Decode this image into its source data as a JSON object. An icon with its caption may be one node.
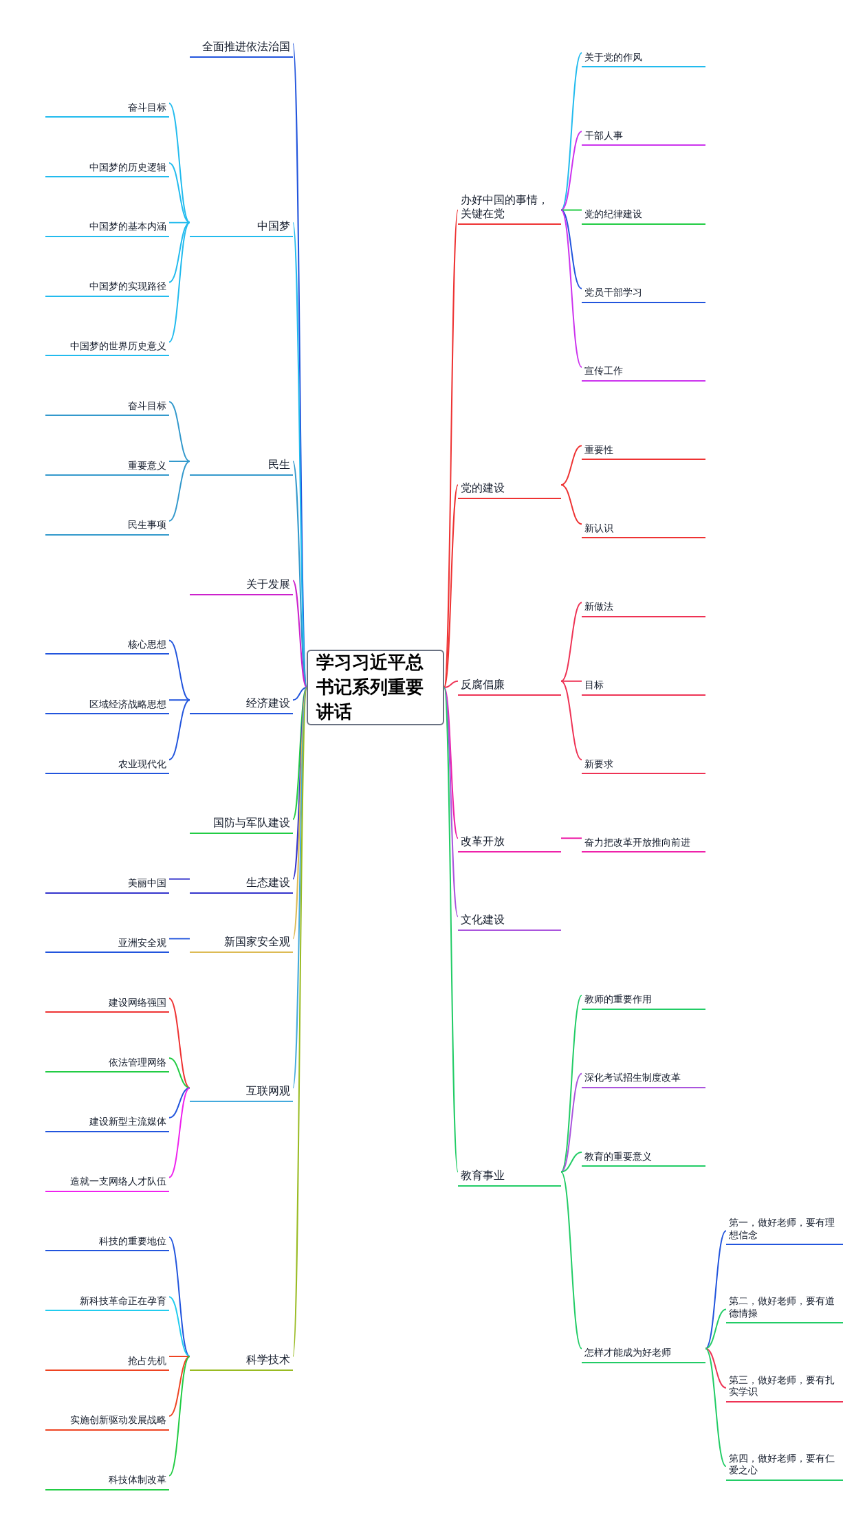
{
  "diagram": {
    "nodes": [
      {
        "text": [
          "学习习近平总书记系列重要讲话"
        ]
      },
      {
        "text": [
          "全面推进依法治国"
        ]
      },
      {
        "text": [
          "中国梦"
        ]
      },
      {
        "text": [
          "奋斗目标"
        ]
      },
      {
        "text": [
          "中国梦的历史逻辑"
        ]
      },
      {
        "text": [
          "中国梦的基本内涵"
        ]
      },
      {
        "text": [
          "中国梦的实现路径"
        ]
      },
      {
        "text": [
          "中国梦的世界历史意义"
        ]
      },
      {
        "text": [
          "民生"
        ]
      },
      {
        "text": [
          "奋斗目标"
        ]
      },
      {
        "text": [
          "重要意义"
        ]
      },
      {
        "text": [
          "民生事项"
        ]
      },
      {
        "text": [
          "关于发展"
        ]
      },
      {
        "text": [
          "经济建设"
        ]
      },
      {
        "text": [
          "核心思想"
        ]
      },
      {
        "text": [
          "区域经济战略思想"
        ]
      },
      {
        "text": [
          "农业现代化"
        ]
      },
      {
        "text": [
          "国防与军队建设"
        ]
      },
      {
        "text": [
          "生态建设"
        ]
      },
      {
        "text": [
          "美丽中国"
        ]
      },
      {
        "text": [
          "新国家安全观"
        ]
      },
      {
        "text": [
          "亚洲安全观"
        ]
      },
      {
        "text": [
          "互联网观"
        ]
      },
      {
        "text": [
          "建设网络强国"
        ]
      },
      {
        "text": [
          "依法管理网络"
        ]
      },
      {
        "text": [
          "建设新型主流媒体"
        ]
      },
      {
        "text": [
          "造就一支网络人才队伍"
        ]
      },
      {
        "text": [
          "科学技术"
        ]
      },
      {
        "text": [
          "科技的重要地位"
        ]
      },
      {
        "text": [
          "新科技革命正在孕育"
        ]
      },
      {
        "text": [
          "抢占先机"
        ]
      },
      {
        "text": [
          "实施创新驱动发展战略"
        ]
      },
      {
        "text": [
          "科技体制改革"
        ]
      },
      {
        "text": [
          "办好中国的事情，关键在党"
        ]
      },
      {
        "text": [
          "关于党的作风"
        ]
      },
      {
        "text": [
          "干部人事"
        ]
      },
      {
        "text": [
          "党的纪律建设"
        ]
      },
      {
        "text": [
          "党员干部学习"
        ]
      },
      {
        "text": [
          "宣传工作"
        ]
      },
      {
        "text": [
          "党的建设"
        ]
      },
      {
        "text": [
          "重要性"
        ]
      },
      {
        "text": [
          "新认识"
        ]
      },
      {
        "text": [
          "反腐倡廉"
        ]
      },
      {
        "text": [
          "新做法"
        ]
      },
      {
        "text": [
          "目标"
        ]
      },
      {
        "text": [
          "新要求"
        ]
      },
      {
        "text": [
          "改革开放"
        ]
      },
      {
        "text": [
          "奋力把改革开放推向前进"
        ]
      },
      {
        "text": [
          "文化建设"
        ]
      },
      {
        "text": [
          "教育事业"
        ]
      },
      {
        "text": [
          "教师的重要作用"
        ]
      },
      {
        "text": [
          "深化考试招生制度改革"
        ]
      },
      {
        "text": [
          "教育的重要意义"
        ]
      },
      {
        "text": [
          "怎样才能成为好老师"
        ]
      },
      {
        "text": [
          "第一，做好老师，要有理想信念"
        ]
      },
      {
        "text": [
          "第二，做好老师，要有道德情操"
        ]
      },
      {
        "text": [
          "第三，做好老师，要有扎实学识"
        ]
      },
      {
        "text": [
          "第四，做好老师，要有仁爱之心"
        ]
      }
    ],
    "edges": [
      {
        "from": 0,
        "to": 1,
        "arrow": "none",
        "color": "#2255dd"
      },
      {
        "from": 0,
        "to": 2,
        "arrow": "none",
        "color": "#22bbee"
      },
      {
        "from": 2,
        "to": 3,
        "arrow": "none",
        "color": "#22bbee"
      },
      {
        "from": 2,
        "to": 4,
        "arrow": "none",
        "color": "#22bbee"
      },
      {
        "from": 2,
        "to": 5,
        "arrow": "none",
        "color": "#22bbee"
      },
      {
        "from": 2,
        "to": 6,
        "arrow": "none",
        "color": "#22bbee"
      },
      {
        "from": 2,
        "to": 7,
        "arrow": "none",
        "color": "#22bbee"
      },
      {
        "from": 0,
        "to": 8,
        "arrow": "none",
        "color": "#3399cc"
      },
      {
        "from": 8,
        "to": 9,
        "arrow": "none",
        "color": "#3399cc"
      },
      {
        "from": 8,
        "to": 10,
        "arrow": "none",
        "color": "#3399cc"
      },
      {
        "from": 8,
        "to": 11,
        "arrow": "none",
        "color": "#3399cc"
      },
      {
        "from": 0,
        "to": 12,
        "arrow": "none",
        "color": "#cc22cc"
      },
      {
        "from": 0,
        "to": 13,
        "arrow": "none",
        "color": "#2255dd"
      },
      {
        "from": 13,
        "to": 14,
        "arrow": "none",
        "color": "#2255dd"
      },
      {
        "from": 13,
        "to": 15,
        "arrow": "none",
        "color": "#2255dd"
      },
      {
        "from": 13,
        "to": 16,
        "arrow": "none",
        "color": "#2255dd"
      },
      {
        "from": 0,
        "to": 17,
        "arrow": "none",
        "color": "#22cc44"
      },
      {
        "from": 0,
        "to": 18,
        "arrow": "none",
        "color": "#3333cc"
      },
      {
        "from": 18,
        "to": 19,
        "arrow": "none",
        "color": "#3333cc"
      },
      {
        "from": 0,
        "to": 20,
        "arrow": "none",
        "color": "#ddbb55"
      },
      {
        "from": 20,
        "to": 21,
        "arrow": "none",
        "color": "#2255dd"
      },
      {
        "from": 0,
        "to": 22,
        "arrow": "none",
        "color": "#44aadd"
      },
      {
        "from": 22,
        "to": 23,
        "arrow": "none",
        "color": "#ee3333"
      },
      {
        "from": 22,
        "to": 24,
        "arrow": "none",
        "color": "#22cc44"
      },
      {
        "from": 22,
        "to": 25,
        "arrow": "none",
        "color": "#2255dd"
      },
      {
        "from": 22,
        "to": 26,
        "arrow": "none",
        "color": "#ee22ee"
      },
      {
        "from": 0,
        "to": 27,
        "arrow": "none",
        "color": "#99bb22"
      },
      {
        "from": 27,
        "to": 28,
        "arrow": "none",
        "color": "#2255dd"
      },
      {
        "from": 27,
        "to": 29,
        "arrow": "none",
        "color": "#22ccee"
      },
      {
        "from": 27,
        "to": 30,
        "arrow": "none",
        "color": "#ee4422"
      },
      {
        "from": 27,
        "to": 31,
        "arrow": "none",
        "color": "#ee4422"
      },
      {
        "from": 27,
        "to": 32,
        "arrow": "none",
        "color": "#22cc44"
      },
      {
        "from": 0,
        "to": 33,
        "arrow": "none",
        "color": "#ee3333"
      },
      {
        "from": 33,
        "to": 34,
        "arrow": "none",
        "color": "#22bbee"
      },
      {
        "from": 33,
        "to": 35,
        "arrow": "none",
        "color": "#cc33ee"
      },
      {
        "from": 33,
        "to": 36,
        "arrow": "none",
        "color": "#22cc44"
      },
      {
        "from": 33,
        "to": 37,
        "arrow": "none",
        "color": "#2255dd"
      },
      {
        "from": 33,
        "to": 38,
        "arrow": "none",
        "color": "#cc33ee"
      },
      {
        "from": 0,
        "to": 39,
        "arrow": "none",
        "color": "#ee3333"
      },
      {
        "from": 39,
        "to": 40,
        "arrow": "none",
        "color": "#ee3333"
      },
      {
        "from": 39,
        "to": 41,
        "arrow": "none",
        "color": "#ee3333"
      },
      {
        "from": 0,
        "to": 42,
        "arrow": "none",
        "color": "#ee3355"
      },
      {
        "from": 42,
        "to": 43,
        "arrow": "none",
        "color": "#ee3355"
      },
      {
        "from": 42,
        "to": 44,
        "arrow": "none",
        "color": "#ee3355"
      },
      {
        "from": 42,
        "to": 45,
        "arrow": "none",
        "color": "#ee3355"
      },
      {
        "from": 0,
        "to": 46,
        "arrow": "none",
        "color": "#ee22aa"
      },
      {
        "from": 46,
        "to": 47,
        "arrow": "none",
        "color": "#ee22aa"
      },
      {
        "from": 0,
        "to": 48,
        "arrow": "none",
        "color": "#aa55dd"
      },
      {
        "from": 0,
        "to": 49,
        "arrow": "none",
        "color": "#22cc66"
      },
      {
        "from": 49,
        "to": 50,
        "arrow": "none",
        "color": "#22cc66"
      },
      {
        "from": 49,
        "to": 51,
        "arrow": "none",
        "color": "#aa55dd"
      },
      {
        "from": 49,
        "to": 52,
        "arrow": "none",
        "color": "#22cc66"
      },
      {
        "from": 49,
        "to": 53,
        "arrow": "none",
        "color": "#22cc66"
      },
      {
        "from": 53,
        "to": 54,
        "arrow": "none",
        "color": "#2255dd"
      },
      {
        "from": 53,
        "to": 55,
        "arrow": "none",
        "color": "#22cc66"
      },
      {
        "from": 53,
        "to": 56,
        "arrow": "none",
        "color": "#ee3355"
      },
      {
        "from": 53,
        "to": 57,
        "arrow": "none",
        "color": "#22cc66"
      }
    ]
  }
}
